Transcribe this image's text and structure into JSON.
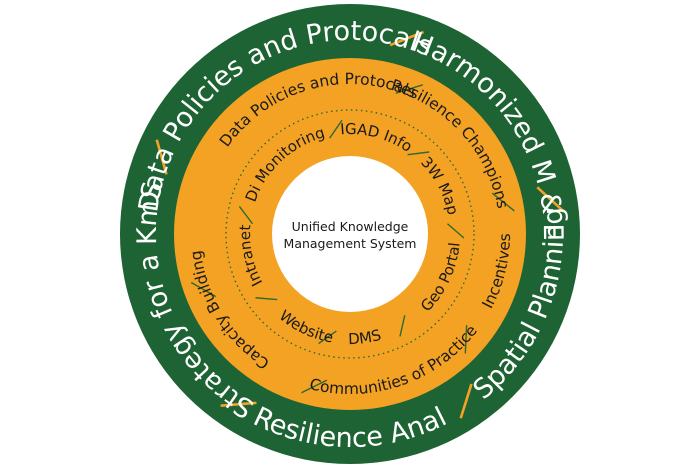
{
  "colors": {
    "outer_ring": "#1e6334",
    "orange_ring": "#f3a224",
    "dots": "#2e6a2e",
    "separator_outer": "#f3a224",
    "separator_inner": "#2e6a2e",
    "center": "#ffffff"
  },
  "center": {
    "line1": "Unified Knowledge",
    "line2": "Management System"
  },
  "outer_ring": {
    "labels": [
      "Data Policies and Protocals",
      "Harmonized M & E",
      "Spatial Planning",
      "Resilience Anal",
      "Strategy for a KmS"
    ]
  },
  "middle_ring": {
    "labels": [
      "Data Policies and Protocals",
      "Resilience Champions",
      "Incentives",
      "Communities of Practice",
      "Capacity Building"
    ]
  },
  "inner_ring": {
    "labels": [
      "IGAD Info",
      "3W Map",
      "Geo Portal",
      "DMS",
      "Website",
      "Intranet",
      "Di Monitoring"
    ]
  }
}
